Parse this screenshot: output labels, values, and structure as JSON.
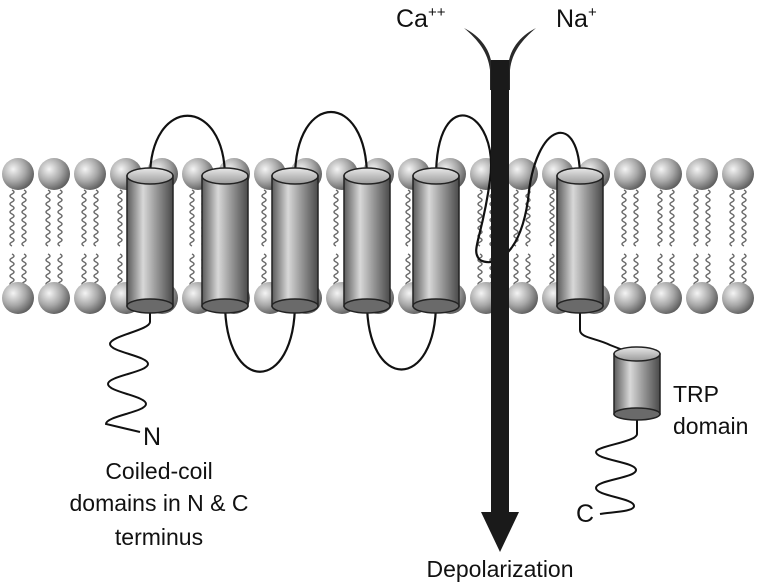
{
  "ions": {
    "calcium": "Ca",
    "calcium_charge": "++",
    "sodium": "Na",
    "sodium_charge": "+"
  },
  "labels": {
    "n_terminus": "N",
    "c_terminus": "C",
    "coiled_coil_line1": "Coiled-coil",
    "coiled_coil_line2": "domains in N & C",
    "coiled_coil_line3": "terminus",
    "trp_line1": "TRP",
    "trp_line2": "domain",
    "depolarization": "Depolarization"
  },
  "colors": {
    "lipid_head": "#9a9a9a",
    "helix": "#8c8c8c",
    "arrow": "#1a1a1a",
    "loop": "#111111"
  }
}
